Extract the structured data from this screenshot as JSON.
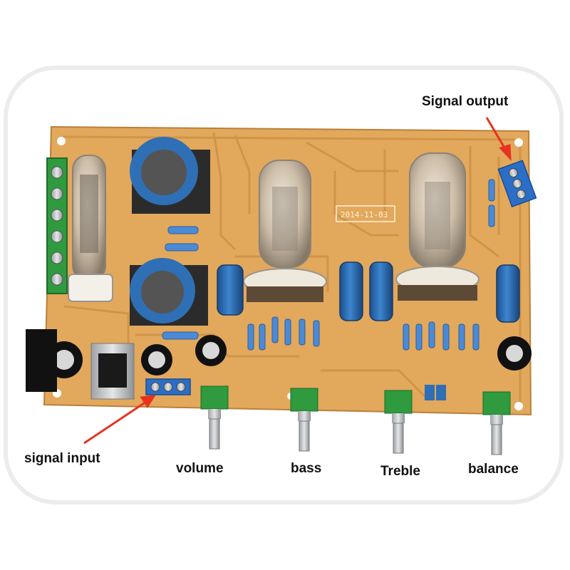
{
  "labels": {
    "signal_output": "Signal output",
    "signal_input": "signal input",
    "volume": "volume",
    "bass": "bass",
    "treble": "Treble",
    "balance": "balance"
  },
  "board": {
    "date_silkscreen": "2014-11-03"
  },
  "colors": {
    "pcb": "#e2a85c",
    "pcb_trace": "#cf9246",
    "capacitor_blue": "#2f6fb5",
    "terminal_green": "#2f9a3e",
    "terminal_blue": "#2a6ec8",
    "arrow_red": "#e8321e"
  }
}
